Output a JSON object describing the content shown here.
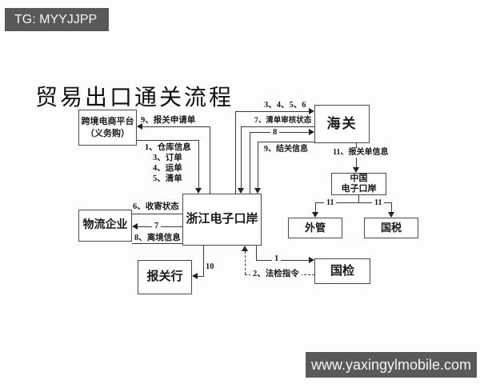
{
  "watermark_top": "TG: MYYJJPP",
  "watermark_bottom": "www.yaxingylmobile.com",
  "title": "贸易出口通关流程",
  "nodes": {
    "platform": {
      "line1": "跨境电商平台",
      "line2": "（义务购）"
    },
    "customs": "海关",
    "zj_port": "浙江电子口岸",
    "cn_port": {
      "line1": "中国",
      "line2": "电子口岸"
    },
    "logistics": "物流企业",
    "broker": "报关行",
    "inspection": "国检",
    "forex": "外管",
    "tax": "国税"
  },
  "edges": {
    "declare_form": "9、报关申请单",
    "warehouse_list": [
      "1、仓库信息",
      "3、订单",
      "4、运单",
      "5、清单"
    ],
    "to_customs": "3、4、5、6",
    "list_audit": "7、清单审核状态",
    "e8": "8",
    "closing_info": "9、结关信息",
    "declaration_info": "11、报关单信息",
    "e11_left": "11",
    "e11_right": "11",
    "receive_status": "6、收寄状态",
    "e7": "7",
    "departure_info": "8、离境信息",
    "e10": "10",
    "e1": "1",
    "inspection_cmd": "2、法检指令"
  },
  "colors": {
    "watermark_bg": "#595959",
    "line": "#3a3a3a",
    "text": "#1a1a1a",
    "background": "#fdfdfd"
  }
}
